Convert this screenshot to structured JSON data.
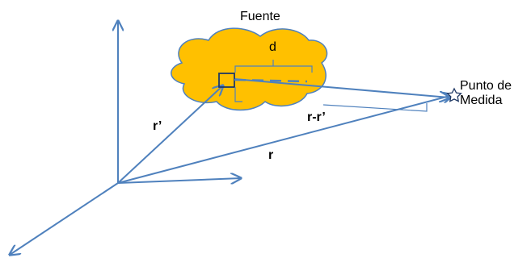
{
  "labels": {
    "source": "Fuente",
    "distance": "d",
    "measure_point": "Punto de\nMedida",
    "r_prime": "r’",
    "r_minus_r_prime": "r-r’",
    "r": "r"
  },
  "colors": {
    "arrow": "#4F81BD",
    "cloud_fill": "#FFC000",
    "cloud_stroke": "#4F81BD",
    "bracket": "#4F81BD",
    "text": "#000000"
  }
}
